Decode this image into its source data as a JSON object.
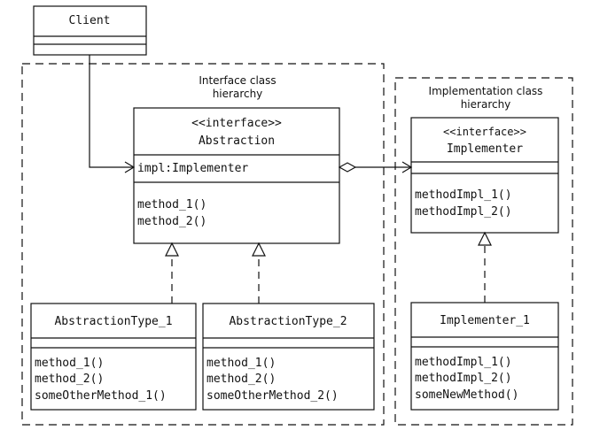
{
  "groups": {
    "interface": {
      "line1": "Interface class",
      "line2": "hierarchy"
    },
    "implementation": {
      "line1": "Implementation class",
      "line2": "hierarchy"
    }
  },
  "classes": {
    "client": {
      "name": "Client"
    },
    "abstraction": {
      "stereotype": "<<interface>>",
      "name": "Abstraction",
      "attribute": "impl:Implementer",
      "methods": [
        "method_1()",
        "method_2()"
      ]
    },
    "implementer": {
      "stereotype": "<<interface>>",
      "name": "Implementer",
      "methods": [
        "methodImpl_1()",
        "methodImpl_2()"
      ]
    },
    "abstraction_type_1": {
      "name": "AbstractionType_1",
      "methods": [
        "method_1()",
        "method_2()",
        "someOtherMethod_1()"
      ]
    },
    "abstraction_type_2": {
      "name": "AbstractionType_2",
      "methods": [
        "method_1()",
        "method_2()",
        "someOtherMethod_2()"
      ]
    },
    "implementer_1": {
      "name": "Implementer_1",
      "methods": [
        "methodImpl_1()",
        "methodImpl_2()",
        "someNewMethod()"
      ]
    }
  }
}
